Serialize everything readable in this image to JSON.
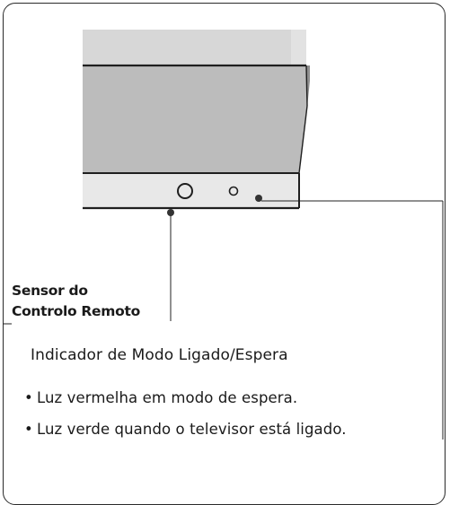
{
  "callouts": {
    "remote_sensor": {
      "line1": "Sensor do",
      "line2": "Controlo Remoto"
    }
  },
  "power_indicator": {
    "title": "Indicador de Modo Ligado/Espera",
    "bullet_symbol": "•",
    "bullets": [
      "Luz vermelha em modo de espera.",
      "Luz verde quando o televisor está ligado."
    ]
  },
  "colors": {
    "frame": "#2a2a2a",
    "panel_top": "#d6d6d6",
    "panel_mid": "#bdbdbd",
    "panel_bezel": "#e6e6e6",
    "line": "#222222"
  }
}
